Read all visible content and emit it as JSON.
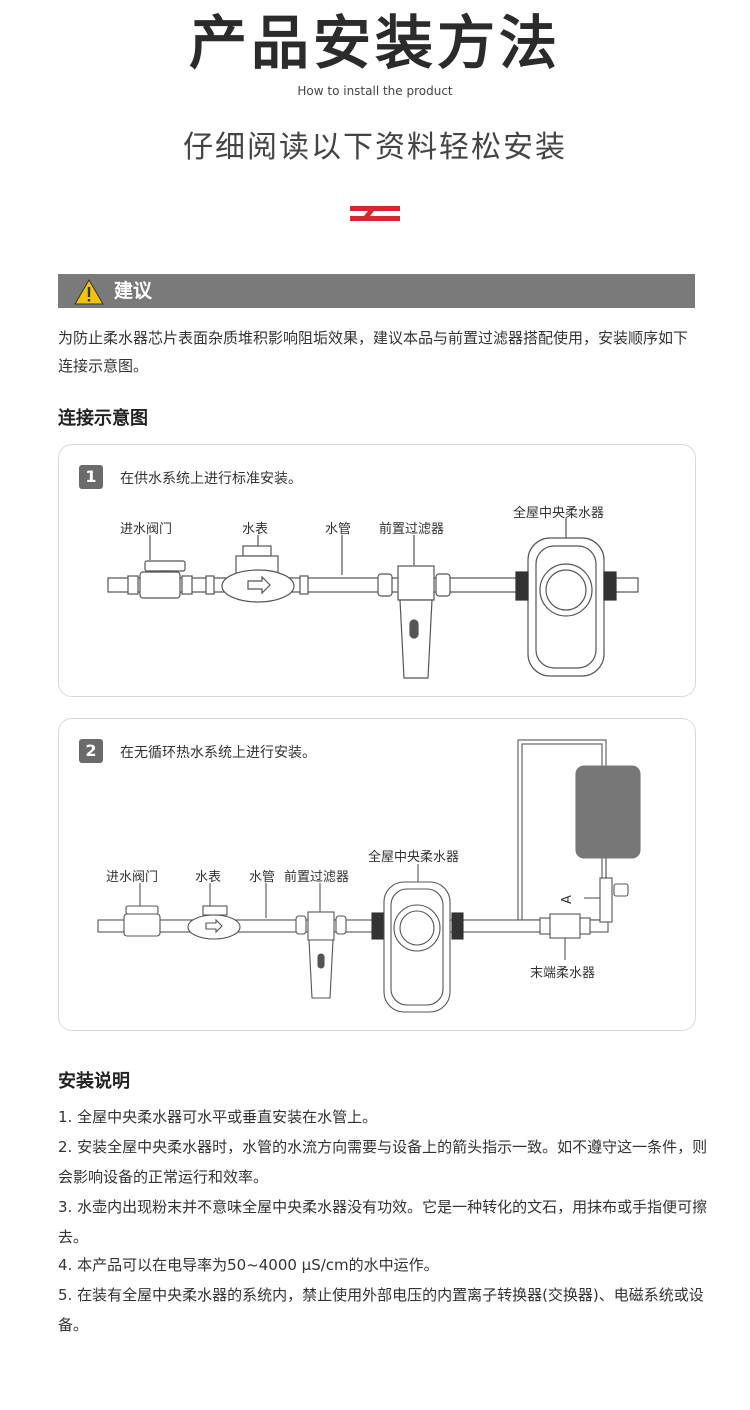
{
  "header": {
    "title": "产品安装方法",
    "subtitle_en": "How to install the product",
    "subtitle_cn": "仔细阅读以下资料轻松安装"
  },
  "advice": {
    "label": "建议",
    "text": "为防止柔水器芯片表面杂质堆积影响阻垢效果，建议本品与前置过滤器搭配使用，安装顺序如下连接示意图。"
  },
  "diagram": {
    "heading": "连接示意图",
    "step1": {
      "num": "1",
      "text": "在供水系统上进行标准安装。",
      "labels": {
        "valve": "进水阀门",
        "meter": "水表",
        "pipe": "水管",
        "prefilter": "前置过滤器",
        "softener": "全屋中央柔水器"
      }
    },
    "step2": {
      "num": "2",
      "text": "在无循环热水系统上进行安装。",
      "labels": {
        "valve": "进水阀门",
        "meter": "水表",
        "pipe": "水管",
        "prefilter": "前置过滤器",
        "softener": "全屋中央柔水器",
        "point_a": "A",
        "end_softener": "末端柔水器"
      }
    }
  },
  "instructions": {
    "heading": "安装说明",
    "items": [
      "1. 全屋中央柔水器可水平或垂直安装在水管上。",
      "2. 安装全屋中央柔水器时，水管的水流方向需要与设备上的箭头指示一致。如不遵守这一条件，则会影响设备的正常运行和效率。",
      "3. 水壶内出现粉末并不意味全屋中央柔水器没有功效。它是一种转化的文石，用抹布或手指便可擦去。",
      "4. 本产品可以在电导率为50~4000 μS/cm的水中运作。",
      "5. 在装有全屋中央柔水器的系统内，禁止使用外部电压的内置离子转换器(交换器)、电磁系统或设备。"
    ]
  },
  "colors": {
    "accent_red": "#d7272e",
    "bar_gray": "#7a7a7a",
    "warn_yellow": "#f5c400"
  }
}
